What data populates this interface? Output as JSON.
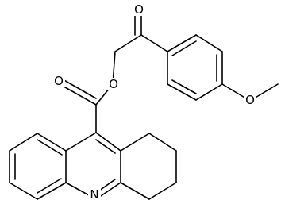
{
  "molecule": {
    "colors": {
      "bond": "#000000",
      "label": "#000000",
      "background": "#ffffff"
    },
    "labels": {
      "ketone_oxygen": "O",
      "ester_carbonyl_oxygen": "O",
      "ester_oxygen": "O",
      "methoxy_oxygen": "O",
      "ring_nitrogen": "N"
    }
  }
}
